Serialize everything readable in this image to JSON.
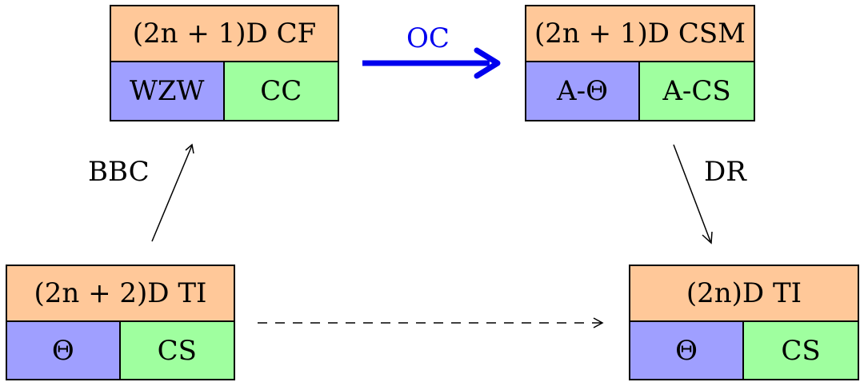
{
  "colors": {
    "header": "#ffc899",
    "left_cell": "#9f9fff",
    "right_cell": "#9fff9f",
    "oc_arrow": "#0000ee",
    "oc_label": "#0000ee",
    "stroke": "#000000"
  },
  "boxes": {
    "cf": {
      "title": "(2n + 1)D CF",
      "left": "WZW",
      "right": "CC"
    },
    "csm": {
      "title": "(2n + 1)D CSM",
      "left": "A-Θ",
      "right": "A-CS"
    },
    "ti_2n2": {
      "title": "(2n + 2)D TI",
      "left": "Θ",
      "right": "CS"
    },
    "ti_2n": {
      "title": "(2n)D TI",
      "left": "Θ",
      "right": "CS"
    }
  },
  "arrows": {
    "oc": "OC",
    "bbc": "BBC",
    "dr": "DR"
  }
}
